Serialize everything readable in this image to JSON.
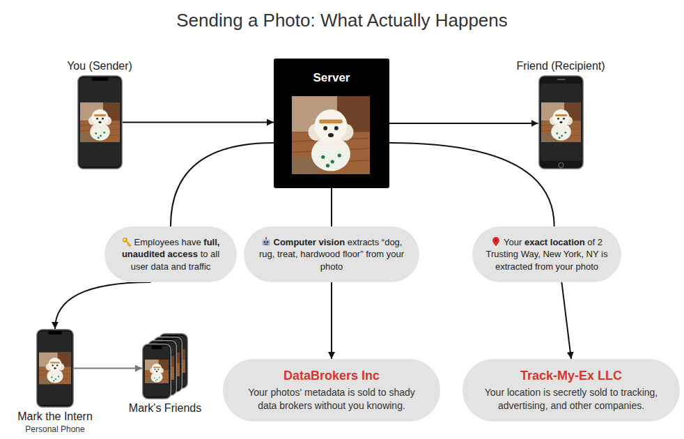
{
  "diagram": {
    "title": "Sending a Photo: What Actually Happens",
    "nodes": [
      {
        "text": [
          "You (Sender)"
        ]
      },
      {
        "text": [
          "Server"
        ]
      },
      {
        "text": [
          "Friend (Recipient)"
        ]
      },
      {
        "text": [
          "Employees have full, unaudited access to all user data and traffic"
        ]
      },
      {
        "text": [
          "Computer vision extracts “dog, rug, treat, hardwood floor” from your photo"
        ]
      },
      {
        "text": [
          "Your exact location of 2 Trusting Way, New York, NY is extracted from your photo"
        ]
      },
      {
        "text": [
          "Mark the Intern",
          "Personal Phone"
        ]
      },
      {
        "text": [
          "Mark's Friends"
        ]
      },
      {
        "text": [
          "DataBrokers Inc",
          "Your photos' metadata is sold to shady data brokers without you knowing."
        ]
      },
      {
        "text": [
          "Track-My-Ex LLC",
          "Your location is secretly sold to tracking, advertising, and other companies."
        ]
      }
    ],
    "edges": [
      {
        "from": 0,
        "to": 1,
        "arrow": "to"
      },
      {
        "from": 1,
        "to": 2,
        "arrow": "to"
      },
      {
        "from": 1,
        "to": 3,
        "arrow": "none"
      },
      {
        "from": 3,
        "to": 6,
        "arrow": "to"
      },
      {
        "from": 1,
        "to": 4,
        "arrow": "none"
      },
      {
        "from": 4,
        "to": 8,
        "arrow": "to"
      },
      {
        "from": 1,
        "to": 5,
        "arrow": "none"
      },
      {
        "from": 5,
        "to": 9,
        "arrow": "to"
      },
      {
        "from": 6,
        "to": 7,
        "arrow": "to"
      }
    ]
  }
}
